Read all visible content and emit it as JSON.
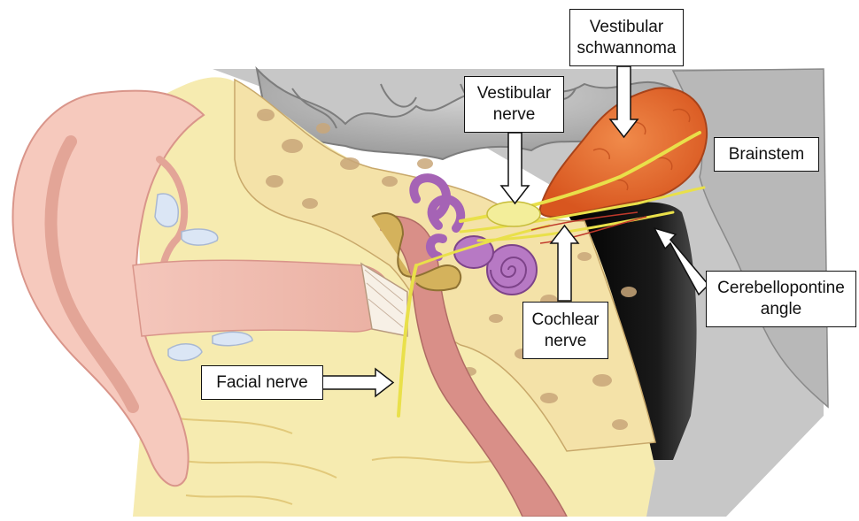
{
  "labels": {
    "vestibular_schwannoma": [
      "Vestibular",
      "schwannoma"
    ],
    "vestibular_nerve": [
      "Vestibular",
      "nerve"
    ],
    "brainstem": [
      "Brainstem"
    ],
    "cerebellopontine_angle": [
      "Cerebellopontine",
      "angle"
    ],
    "cochlear_nerve": [
      "Cochlear",
      "nerve"
    ],
    "facial_nerve": [
      "Facial nerve"
    ]
  },
  "colors": {
    "skin": "#f6c9bd",
    "skin_dark": "#e8a596",
    "bone": "#f6ebb0",
    "bone_pore": "#c9a77a",
    "fat": "#f7ec9a",
    "brain": "#a9a9a9",
    "brain_light": "#cfcfcf",
    "tumor": "#e86a2c",
    "labyrinth": "#a563b5",
    "nerve": "#e9e04a",
    "dark_space": "#0c0c0c"
  }
}
